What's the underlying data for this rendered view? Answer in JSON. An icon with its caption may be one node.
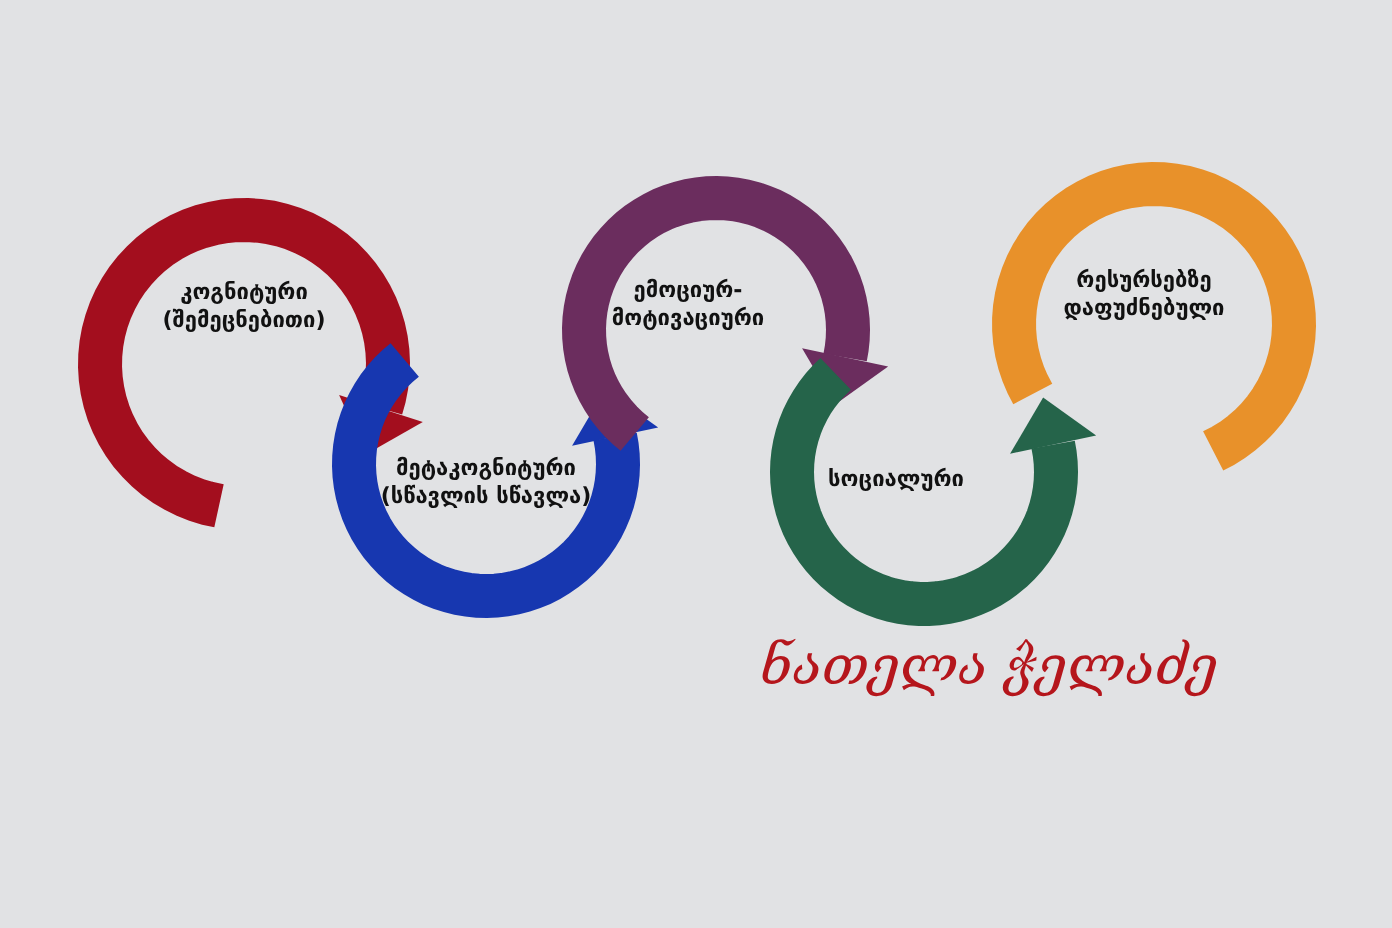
{
  "diagram": {
    "nodes": [
      {
        "text": [
          "კოგნიტური (შემეცნებითი)"
        ]
      },
      {
        "text": [
          "მეტაკოგნიტური (სწავლის სწავლა)"
        ]
      },
      {
        "text": [
          "ემოციურ- მოტივაციური"
        ]
      },
      {
        "text": [
          "სოციალური"
        ]
      },
      {
        "text": [
          "რესურსებზე დაფუძნებული"
        ]
      }
    ],
    "labels": [
      "ნათელა ჭელაძე"
    ]
  }
}
